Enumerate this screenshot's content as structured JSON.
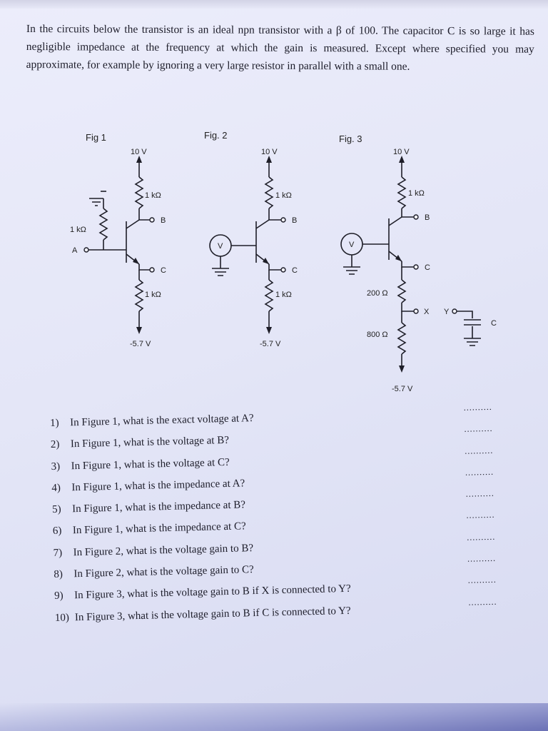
{
  "intro_text": "In the circuits below the transistor is an ideal npn transistor with a β of 100. The capacitor C is so large it has negligible impedance at the frequency at which the gain is measured. Except where specified you may approximate, for example by ignoring a very large resistor in parallel with a small one.",
  "figures": {
    "fig1": {
      "title": "Fig 1",
      "supply_top": "10 V",
      "supply_bottom": "-5.7 V",
      "r_collector": "1 kΩ",
      "r_emitter": "1 kΩ",
      "r_base": "1 kΩ",
      "node_a": "A",
      "node_b": "B",
      "node_c": "C"
    },
    "fig2": {
      "title": "Fig. 2",
      "supply_top": "10 V",
      "supply_bottom": "-5.7 V",
      "r_collector": "1 kΩ",
      "r_emitter": "1 kΩ",
      "source": "V",
      "node_b": "B",
      "node_c": "C"
    },
    "fig3": {
      "title": "Fig. 3",
      "supply_top": "10 V",
      "supply_bottom": "-5.7 V",
      "r_collector": "1 kΩ",
      "r_emitter_1": "200 Ω",
      "r_emitter_2": "800 Ω",
      "source": "V",
      "node_b": "B",
      "node_c": "C",
      "node_x": "X",
      "node_y": "Y",
      "cap": "C"
    }
  },
  "questions": [
    {
      "num": "1)",
      "text": "In Figure 1, what is the exact voltage at A?",
      "blank": ".........."
    },
    {
      "num": "2)",
      "text": "In Figure 1, what is the voltage at B?",
      "blank": ".........."
    },
    {
      "num": "3)",
      "text": "In Figure 1, what is the voltage at C?",
      "blank": ".........."
    },
    {
      "num": "4)",
      "text": "In Figure 1, what is the impedance at A?",
      "blank": ".........."
    },
    {
      "num": "5)",
      "text": "In Figure 1, what is the impedance at B?",
      "blank": ".........."
    },
    {
      "num": "6)",
      "text": "In Figure 1, what is the impedance at C?",
      "blank": ".........."
    },
    {
      "num": "7)",
      "text": "In Figure 2, what is the voltage gain to B?",
      "blank": ".........."
    },
    {
      "num": "8)",
      "text": "In Figure 2, what is the voltage gain to C?",
      "blank": ".........."
    },
    {
      "num": "9)",
      "text": "In Figure 3, what is the voltage gain to B if X is connected to Y?",
      "blank": ".........."
    },
    {
      "num": "10)",
      "text": "In Figure 3, what is the voltage gain to B if C is connected to Y?",
      "blank": ".........."
    }
  ]
}
